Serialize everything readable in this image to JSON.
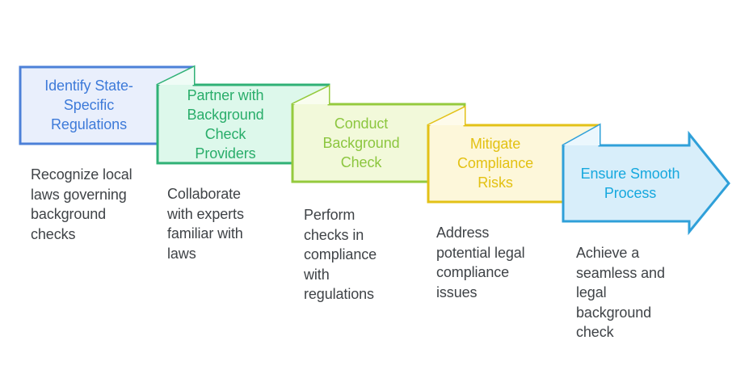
{
  "diagram": {
    "type": "process-flow",
    "background_color": "#FFFFFF",
    "description_text_color": "#3F4347",
    "steps": [
      {
        "id": 1,
        "shape": "rectangle",
        "title_lines": [
          "Identify State-",
          "Specific",
          "Regulations"
        ],
        "description_lines": [
          "Recognize local",
          "laws governing",
          "background",
          "checks"
        ],
        "accent_color": "#4C80D8",
        "fill_color": "#E9EFFC",
        "fold_color": "#E9EFFC",
        "title_color": "#3D7AD9"
      },
      {
        "id": 2,
        "shape": "folded-ribbon",
        "title_lines": [
          "Partner with",
          "Background",
          "Check",
          "Providers"
        ],
        "description_lines": [
          "Collaborate",
          "with experts",
          "familiar with",
          "laws"
        ],
        "accent_color": "#2FB176",
        "fill_color": "#DDF8EB",
        "fold_color": "#EFFCF6",
        "title_color": "#29AD6A"
      },
      {
        "id": 3,
        "shape": "folded-ribbon",
        "title_lines": [
          "Conduct",
          "Background",
          "Check"
        ],
        "description_lines": [
          "Perform",
          "checks in",
          "compliance",
          "with",
          "regulations"
        ],
        "accent_color": "#95CA3E",
        "fill_color": "#F2F9DA",
        "fold_color": "#F9FDEF",
        "title_color": "#8CC63F"
      },
      {
        "id": 4,
        "shape": "folded-ribbon",
        "title_lines": [
          "Mitigate",
          "Compliance",
          "Risks"
        ],
        "description_lines": [
          "Address",
          "potential legal",
          "compliance",
          "issues"
        ],
        "accent_color": "#E3C117",
        "fill_color": "#FDF7DA",
        "fold_color": "#FEFBEB",
        "title_color": "#E3C112"
      },
      {
        "id": 5,
        "shape": "folded-arrow",
        "title_lines": [
          "Ensure Smooth",
          "Process"
        ],
        "description_lines": [
          "Achieve a",
          "seamless and",
          "legal",
          "background",
          "check"
        ],
        "accent_color": "#2FA0D9",
        "fill_color": "#D8EEFA",
        "fold_color": "#EBF7FD",
        "title_color": "#16A8DE"
      }
    ]
  }
}
